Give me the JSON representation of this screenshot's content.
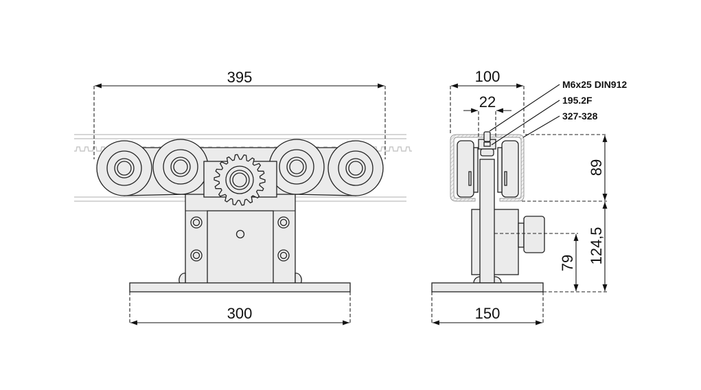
{
  "front_view": {
    "dimensions": {
      "top_width": "395",
      "base_width": "300"
    }
  },
  "side_view": {
    "dimensions": {
      "profile_width": "100",
      "gap_width": "22",
      "profile_height": "89",
      "total_height_below": "124,5",
      "axis_height": "79",
      "base_width": "150"
    },
    "callouts": [
      {
        "text": "M6x25 DIN912"
      },
      {
        "text": "195.2F"
      },
      {
        "text": "327-328"
      }
    ]
  }
}
